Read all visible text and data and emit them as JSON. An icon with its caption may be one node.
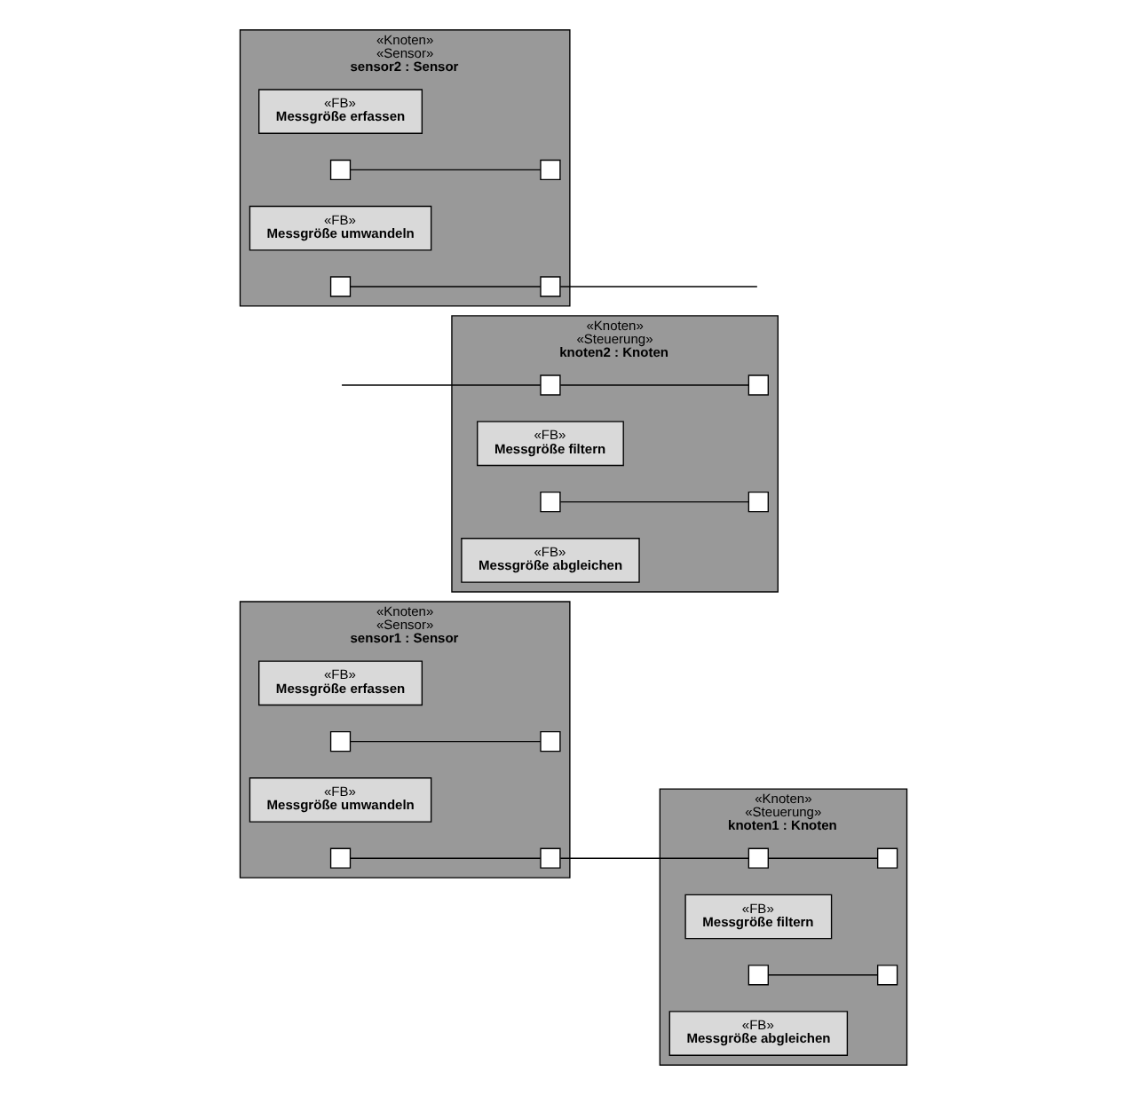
{
  "diagram": {
    "nodes": [
      {
        "text": [
          "«Knoten»",
          "«Steuerung»",
          "knoten1 : Knoten"
        ]
      },
      {
        "text": [],
        "shape": "box",
        "in": 0
      },
      {
        "text": [
          "«FB»",
          "Messgröße filtern"
        ],
        "in": 0
      },
      {
        "text": [],
        "shape": "box",
        "in": 0
      },
      {
        "text": [],
        "shape": "box",
        "in": 0
      },
      {
        "text": [
          "«FB»",
          "Messgröße abgleichen"
        ],
        "in": 0
      },
      {
        "text": [],
        "shape": "box",
        "in": 0
      },
      {
        "text": [
          "«Knoten»",
          "«Steuerung»",
          "knoten2 : Knoten"
        ]
      },
      {
        "text": [],
        "shape": "box",
        "in": 7
      },
      {
        "text": [
          "«FB»",
          "Messgröße filtern"
        ],
        "in": 7
      },
      {
        "text": [],
        "shape": "box",
        "in": 7
      },
      {
        "text": [],
        "shape": "box",
        "in": 7
      },
      {
        "text": [
          "«FB»",
          "Messgröße abgleichen"
        ],
        "in": 7
      },
      {
        "text": [],
        "shape": "box",
        "in": 7
      },
      {
        "text": [
          "«Knoten»",
          "«Sensor»",
          "sensor1 : Sensor"
        ]
      },
      {
        "text": [
          "«FB»",
          "Messgröße erfassen"
        ],
        "in": 14
      },
      {
        "text": [],
        "shape": "box",
        "in": 14
      },
      {
        "text": [
          "«FB»",
          "Messgröße umwandeln"
        ],
        "in": 14
      },
      {
        "text": [],
        "shape": "box",
        "in": 14
      },
      {
        "text": [],
        "shape": "box",
        "in": 14
      },
      {
        "text": [],
        "shape": "box",
        "in": 14
      },
      {
        "text": [
          "«Knoten»",
          "«Sensor»",
          "sensor2 : Sensor"
        ]
      },
      {
        "text": [
          "«FB»",
          "Messgröße erfassen"
        ],
        "in": 21
      },
      {
        "text": [],
        "shape": "box",
        "in": 21
      },
      {
        "text": [
          "«FB»",
          "Messgröße umwandeln"
        ],
        "in": 21
      },
      {
        "text": [],
        "shape": "box",
        "in": 21
      },
      {
        "text": [],
        "shape": "box",
        "in": 21
      },
      {
        "text": [],
        "shape": "box",
        "in": 21
      }
    ],
    "edges": [
      {
        "from": 1,
        "to": 3,
        "arrow": "none"
      },
      {
        "from": 4,
        "to": 6,
        "arrow": "none"
      },
      {
        "from": 8,
        "to": 10,
        "arrow": "none"
      },
      {
        "from": 11,
        "to": 13,
        "arrow": "none"
      },
      {
        "from": null,
        "to": 8,
        "arrow": "none"
      },
      {
        "from": 16,
        "to": 18,
        "arrow": "none"
      },
      {
        "from": 19,
        "to": 20,
        "arrow": "none"
      },
      {
        "from": 20,
        "to": 1,
        "arrow": "none"
      },
      {
        "from": 23,
        "to": 25,
        "arrow": "none"
      },
      {
        "from": 26,
        "to": 27,
        "arrow": "none"
      },
      {
        "from": 27,
        "to": null,
        "arrow": "none"
      }
    ]
  }
}
